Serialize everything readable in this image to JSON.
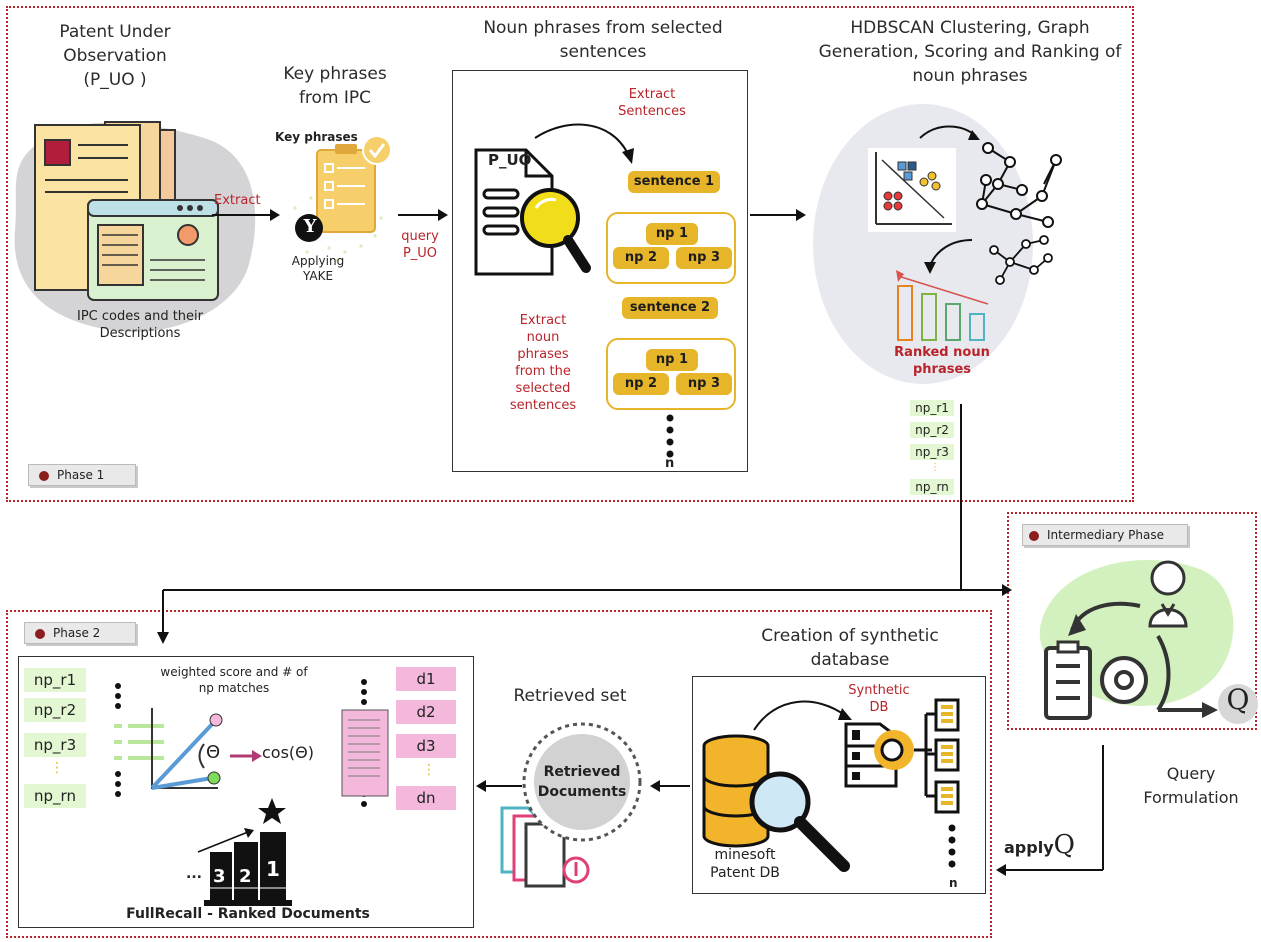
{
  "phase1": {
    "tag": "Phase 1",
    "patent_title": "Patent Under Observation (P_UO )",
    "ipc_caption": "IPC codes and their Descriptions",
    "extract_label": "Extract",
    "keyphrase_title": "Key phrases from IPC",
    "keyphrase_doc_label": "Key phrases",
    "yake_logo": "Y",
    "yake_caption": "Applying YAKE",
    "query_label": "query P_UO",
    "np_title": "Noun phrases from selected sentences",
    "doc_label": "P_UO",
    "extract_sentences": "Extract Sentences",
    "extract_np": "Extract noun phrases from the selected sentences",
    "sentence1": "sentence 1",
    "sentence2": "sentence 2",
    "np1": "np 1",
    "np2": "np 2",
    "np3": "np 3",
    "n_label": "n",
    "hdbscan_title": "HDBSCAN Clustering, Graph Generation, Scoring and Ranking of noun phrases",
    "ranked_label": "Ranked noun phrases",
    "ranked_list": [
      "np_r1",
      "np_r2",
      "np_r3",
      "np_rn"
    ]
  },
  "intermediary": {
    "tag": "Intermediary Phase",
    "q_symbol": "Q",
    "caption": "Query Formulation",
    "apply_label": "apply",
    "apply_q": "Q"
  },
  "phase2": {
    "tag": "Phase 2",
    "synthetic_title": "Creation of synthetic database",
    "synthetic_db_label": "Synthetic DB",
    "patent_db_label": "minesoft Patent DB",
    "retrieved_set_title": "Retrieved set",
    "retrieved_docs": "Retrieved Documents",
    "n_label": "n",
    "np_list": [
      "np_r1",
      "np_r2",
      "np_r3",
      "np_rn"
    ],
    "d_list": [
      "d1",
      "d2",
      "d3",
      "dn"
    ],
    "weighted_label": "weighted score and # of np matches",
    "cos_label": "cos(Θ)",
    "theta": "Θ",
    "ranked_docs_caption": "FullRecall - Ranked Documents",
    "ellipsis": "..."
  },
  "colors": {
    "frame": "#b8242a",
    "pill": "#e7b52a",
    "np_green": "#e3f7d2",
    "doc_pink": "#f3b8dc",
    "arrow": "#111111"
  }
}
